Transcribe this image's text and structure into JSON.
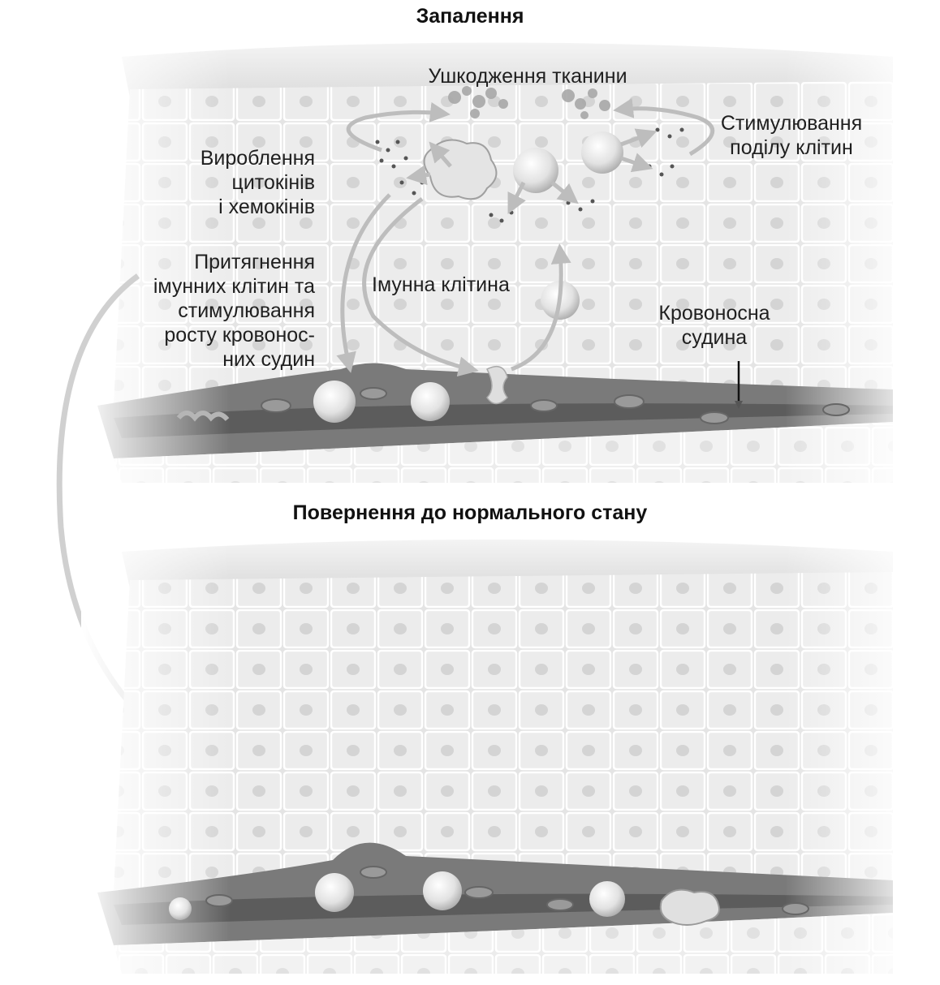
{
  "titles": {
    "top": "Запалення",
    "bottom": "Повернення до нормального стану"
  },
  "labels": {
    "tissue_damage": "Ушкодження тканини",
    "cell_division": [
      "Стимулювання",
      "поділу клітин"
    ],
    "cytokines": [
      "Вироблення",
      "цитокінів",
      "і хемокінів"
    ],
    "attraction": [
      "Притягнення",
      "імунних клітин та",
      "стимулювання",
      "росту кровонос-",
      "них судин"
    ],
    "immune_cell": "Імунна клітина",
    "blood_vessel": [
      "Кровоносна",
      "судина"
    ]
  },
  "icons": {
    "top_panel": "inflamed-tissue-illustration",
    "bottom_panel": "normal-tissue-illustration",
    "transition_arrow": "curved-arrow-down",
    "vessel_pointer": "arrow-down-icon"
  },
  "colors": {
    "tissue": "#e6e6e6",
    "cell_border": "#ffffff",
    "nucleus": "#cfcfcf",
    "vessel": "#6e6e6e",
    "vessel_inner": "#8a8a8a",
    "arrow": "#d2d2d2"
  }
}
